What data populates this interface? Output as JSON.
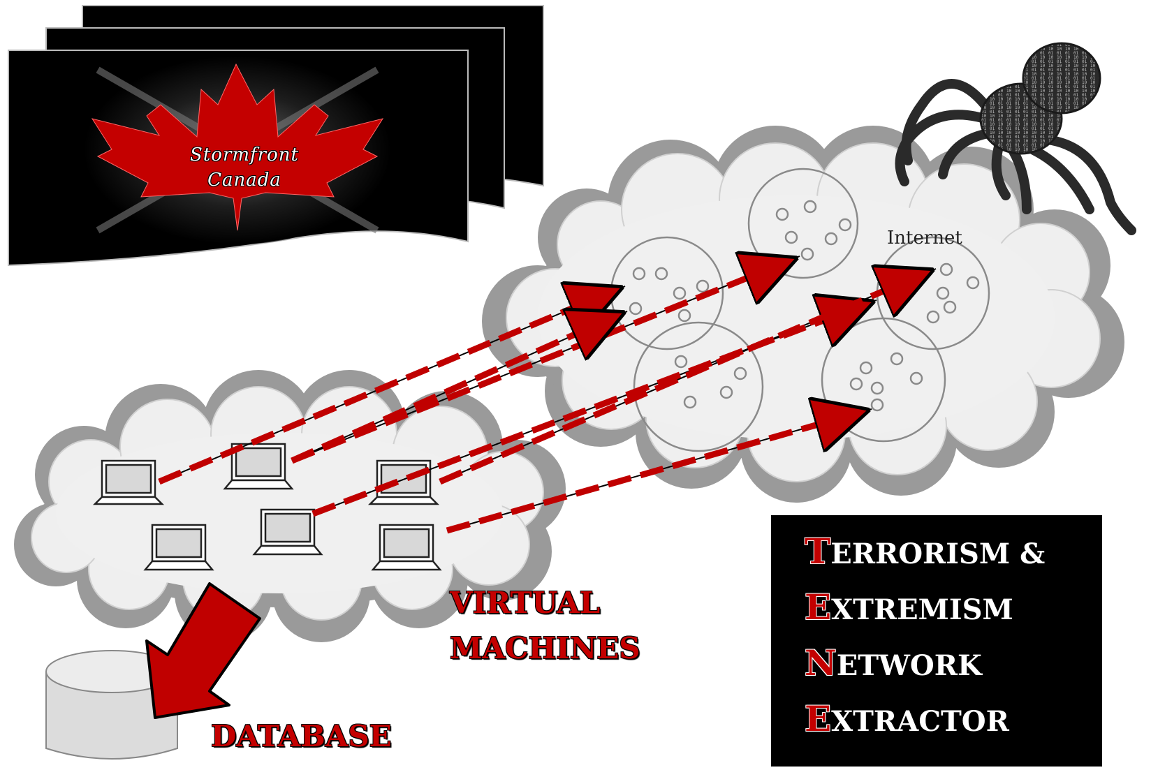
{
  "forum_banner": {
    "line1": "Stormfront",
    "line2": "Canada"
  },
  "internet_cloud": {
    "label": "Internet"
  },
  "vm_cloud": {
    "label_line1": "VIRTUAL",
    "label_line2": "MACHINES"
  },
  "database": {
    "label": "DATABASE"
  },
  "title_block": {
    "lines": [
      {
        "initial": "T",
        "rest": "ERRORISM &"
      },
      {
        "initial": "E",
        "rest": "XTREMISM"
      },
      {
        "initial": "N",
        "rest": "ETWORK"
      },
      {
        "initial": "E",
        "rest": "XTRACTOR"
      }
    ]
  },
  "colors": {
    "accent_red": "#c40000",
    "arrow_red": "#c00000",
    "cloud_fill": "#f0f0f0",
    "cloud_shadow": "#9a9a9a"
  },
  "icons": [
    "maple-leaf-icon",
    "spider-icon",
    "laptop-icon",
    "database-cylinder-icon",
    "down-arrow-icon"
  ]
}
